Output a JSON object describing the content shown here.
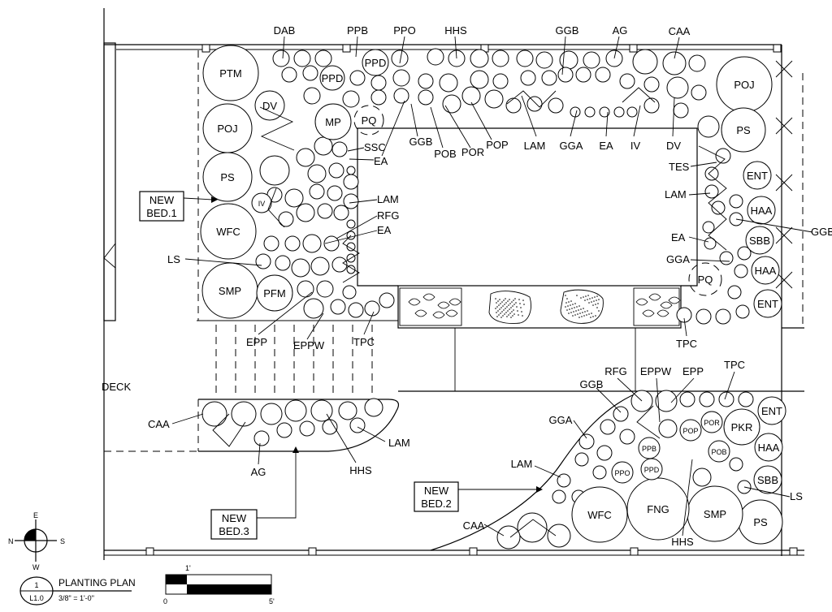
{
  "title_block": {
    "number": "1",
    "sheet": "L1.0",
    "title": "PLANTING PLAN",
    "scale": "3/8\" = 1'-0\""
  },
  "scale_bar": {
    "top_label": "1'",
    "start_label": "0",
    "end_label": "5'"
  },
  "compass": {
    "n": "N",
    "s": "S",
    "e": "E",
    "w": "W"
  },
  "area_labels": {
    "deck": "DECK"
  },
  "callouts": [
    {
      "id": "bed1",
      "line1": "NEW",
      "line2": "BED.1"
    },
    {
      "id": "bed2",
      "line1": "NEW",
      "line2": "BED.2"
    },
    {
      "id": "bed3",
      "line1": "NEW",
      "line2": "BED.3"
    }
  ],
  "large_plants": [
    {
      "code": "PTM"
    },
    {
      "code": "POJ"
    },
    {
      "code": "PS"
    },
    {
      "code": "WFC"
    },
    {
      "code": "SMP"
    },
    {
      "code": "PFM"
    },
    {
      "code": "MP"
    },
    {
      "code": "PQ"
    },
    {
      "code": "PPD"
    },
    {
      "code": "PPD"
    },
    {
      "code": "DV"
    },
    {
      "code": "IV"
    },
    {
      "code": "POJ"
    },
    {
      "code": "PS"
    },
    {
      "code": "ENT"
    },
    {
      "code": "HAA"
    },
    {
      "code": "SBB"
    },
    {
      "code": "HAA"
    },
    {
      "code": "ENT"
    },
    {
      "code": "PQ"
    },
    {
      "code": "ENT"
    },
    {
      "code": "PKR"
    },
    {
      "code": "HAA"
    },
    {
      "code": "SBB"
    },
    {
      "code": "PS"
    },
    {
      "code": "SMP"
    },
    {
      "code": "FNG"
    },
    {
      "code": "WFC"
    },
    {
      "code": "POP"
    },
    {
      "code": "POR"
    },
    {
      "code": "POB"
    },
    {
      "code": "PPB"
    },
    {
      "code": "PPD"
    },
    {
      "code": "PPO"
    }
  ],
  "tags": [
    {
      "code": "DAB"
    },
    {
      "code": "PPB"
    },
    {
      "code": "PPO"
    },
    {
      "code": "HHS"
    },
    {
      "code": "GGB"
    },
    {
      "code": "AG"
    },
    {
      "code": "CAA"
    },
    {
      "code": "SSC"
    },
    {
      "code": "EA"
    },
    {
      "code": "GGB"
    },
    {
      "code": "POB"
    },
    {
      "code": "POR"
    },
    {
      "code": "POP"
    },
    {
      "code": "LAM"
    },
    {
      "code": "GGA"
    },
    {
      "code": "EA"
    },
    {
      "code": "IV"
    },
    {
      "code": "DV"
    },
    {
      "code": "TES"
    },
    {
      "code": "LAM"
    },
    {
      "code": "GGB"
    },
    {
      "code": "EA"
    },
    {
      "code": "GGA"
    },
    {
      "code": "TPC"
    },
    {
      "code": "LAM"
    },
    {
      "code": "RFG"
    },
    {
      "code": "EA"
    },
    {
      "code": "LS"
    },
    {
      "code": "EPP"
    },
    {
      "code": "EPPW"
    },
    {
      "code": "TPC"
    },
    {
      "code": "CAA"
    },
    {
      "code": "AG"
    },
    {
      "code": "HHS"
    },
    {
      "code": "LAM"
    },
    {
      "code": "GGB"
    },
    {
      "code": "RFG"
    },
    {
      "code": "EPPW"
    },
    {
      "code": "EPP"
    },
    {
      "code": "TPC"
    },
    {
      "code": "GGA"
    },
    {
      "code": "LAM"
    },
    {
      "code": "CAA"
    },
    {
      "code": "HHS"
    },
    {
      "code": "LS"
    }
  ]
}
